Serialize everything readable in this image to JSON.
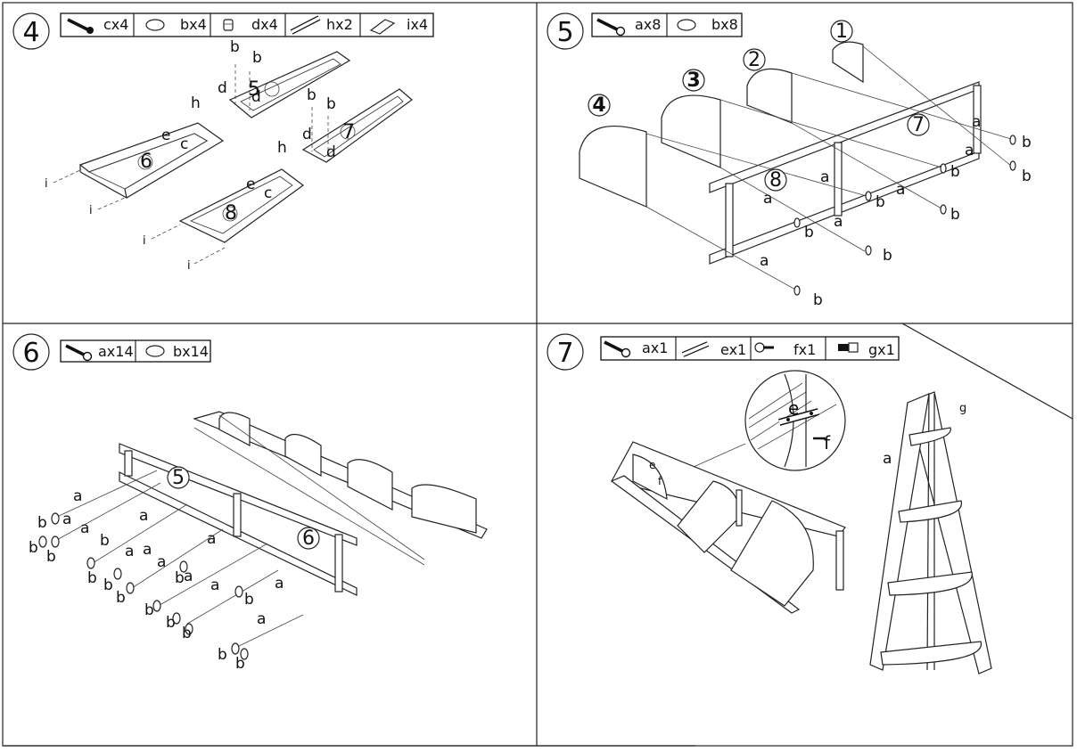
{
  "steps": [
    {
      "number": "4",
      "hardware": [
        {
          "icon": "screw-c-icon",
          "label": "cx4"
        },
        {
          "icon": "washer-b-icon",
          "label": "bx4"
        },
        {
          "icon": "nut-d-icon",
          "label": "dx4"
        },
        {
          "icon": "bolt-h-icon",
          "label": "hx2"
        },
        {
          "icon": "plate-i-icon",
          "label": "ix4"
        }
      ],
      "part_numbers": [
        "5",
        "6",
        "7",
        "8"
      ],
      "part_letters": [
        "b",
        "b",
        "d",
        "d",
        "h",
        "e",
        "c",
        "b",
        "b",
        "d",
        "d",
        "h",
        "e",
        "c",
        "i",
        "i",
        "i",
        "i"
      ]
    },
    {
      "number": "5",
      "hardware": [
        {
          "icon": "screw-a-icon",
          "label": "ax8"
        },
        {
          "icon": "washer-b-icon",
          "label": "bx8"
        }
      ],
      "part_numbers": [
        "1",
        "2",
        "3",
        "4",
        "7",
        "8"
      ],
      "part_letters": [
        "a",
        "a",
        "a",
        "a",
        "a",
        "a",
        "a",
        "b",
        "b",
        "b",
        "b",
        "b",
        "b",
        "b",
        "b"
      ]
    },
    {
      "number": "6",
      "hardware": [
        {
          "icon": "screw-a-icon",
          "label": "ax14"
        },
        {
          "icon": "washer-b-icon",
          "label": "bx14"
        }
      ],
      "part_numbers": [
        "5",
        "6"
      ],
      "part_letters": [
        "a",
        "b",
        "a",
        "b",
        "b",
        "a",
        "b",
        "a",
        "a",
        "a",
        "a",
        "b",
        "b",
        "b",
        "a",
        "b",
        "a",
        "b",
        "a",
        "b",
        "b",
        "a",
        "b",
        "a",
        "b",
        "b"
      ]
    },
    {
      "number": "7",
      "hardware": [
        {
          "icon": "screw-a-icon",
          "label": "ax1"
        },
        {
          "icon": "bracket-e-icon",
          "label": "ex1"
        },
        {
          "icon": "screw-f-icon",
          "label": "fx1"
        },
        {
          "icon": "anchor-g-icon",
          "label": "gx1"
        }
      ],
      "part_letters": [
        "e",
        "f",
        "e",
        "f",
        "a",
        "g"
      ]
    }
  ]
}
